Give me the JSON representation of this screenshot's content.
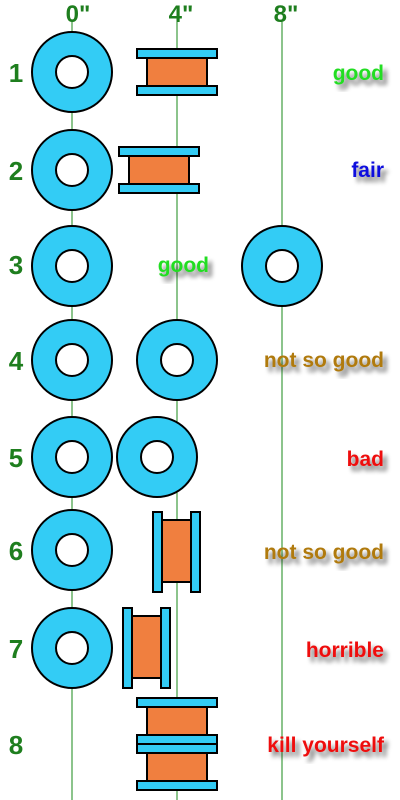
{
  "columns": [
    "0\"",
    "4\"",
    "8\""
  ],
  "rows": [
    {
      "number": "1",
      "rating": "good",
      "color": "#22dd22"
    },
    {
      "number": "2",
      "rating": "fair",
      "color": "#1010dd"
    },
    {
      "number": "3",
      "rating": "good",
      "color": "#22dd22"
    },
    {
      "number": "4",
      "rating": "not so good",
      "color": "#b07a10"
    },
    {
      "number": "5",
      "rating": "bad",
      "color": "#ee1111"
    },
    {
      "number": "6",
      "rating": "not so good",
      "color": "#b07a10"
    },
    {
      "number": "7",
      "rating": "horrible",
      "color": "#ee1111"
    },
    {
      "number": "8",
      "rating": "kill yourself",
      "color": "#ee1111"
    }
  ],
  "colors": {
    "guide_line": "#1a8a1a",
    "washer": "#33ccf5",
    "spool_core": "#f07f3f",
    "spool_flange": "#33ccf5",
    "outline": "#000000"
  }
}
